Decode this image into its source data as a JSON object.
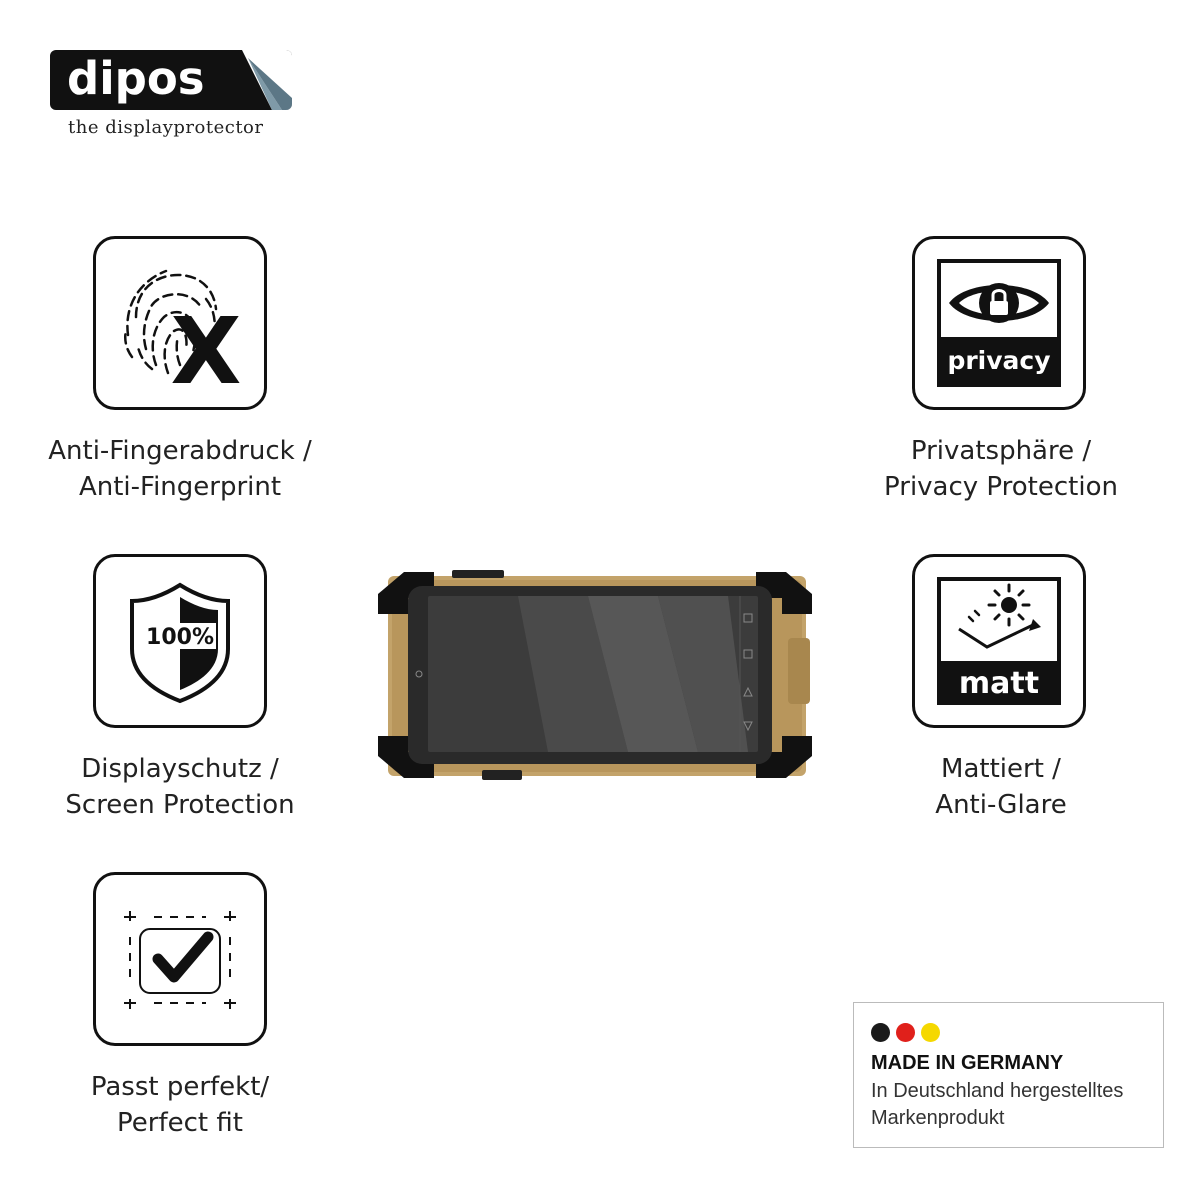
{
  "brand": {
    "name": "dipos",
    "tagline": "the displayprotector"
  },
  "features": [
    {
      "icon": "anti-fingerprint-icon",
      "line1": "Anti-Fingerabdruck /",
      "line2": "Anti-Fingerprint"
    },
    {
      "icon": "shield-100-icon",
      "badge": "100%",
      "line1": "Displayschutz /",
      "line2": "Screen Protection"
    },
    {
      "icon": "perfect-fit-check-icon",
      "line1": "Passt perfekt/",
      "line2": "Perfect fit"
    },
    {
      "icon": "privacy-eye-lock-icon",
      "badge": "privacy",
      "line1": "Privatsphäre /",
      "line2": "Privacy Protection"
    },
    {
      "icon": "matt-sun-icon",
      "badge": "matt",
      "line1": "Mattiert /",
      "line2": "Anti-Glare"
    }
  ],
  "product": {
    "image": "rugged-tablet-device"
  },
  "made_in_germany": {
    "title": "MADE IN GERMANY",
    "line1": "In Deutschland hergestelltes",
    "line2": "Markenprodukt",
    "flag_colors": [
      "#1a1a1a",
      "#e0201b",
      "#f5d800"
    ]
  },
  "colors": {
    "device_frame": "#c3a36a",
    "ink": "#111111"
  }
}
